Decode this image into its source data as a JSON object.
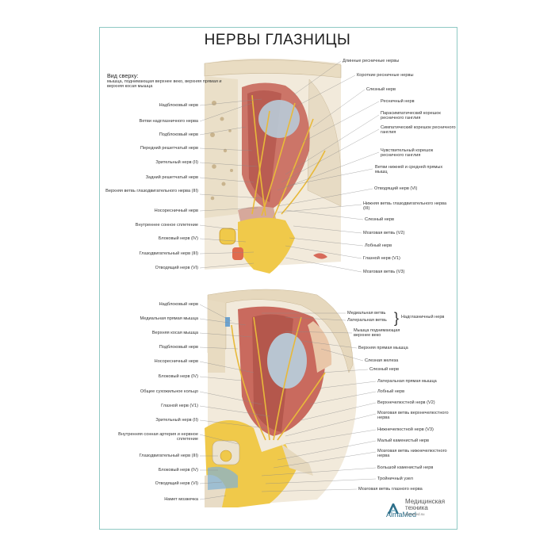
{
  "title": "НЕРВЫ ГЛАЗНИЦЫ",
  "top_view": {
    "heading": "Вид сверху:",
    "subheading": "мышца, поднимающая верхнее веко, верхняя прямая и верхняя косая мышца",
    "left_labels": [
      "Надблоковый нерв",
      "Ветви надглазничного нерва",
      "Подблоковый нерв",
      "Передний решетчатый нерв",
      "Зрительный нерв (II)",
      "Задний решетчатый нерв",
      "Верхняя ветвь глазодвигательного нерва (III)",
      "Носоресничный нерв",
      "Внутреннее сонное сплетение",
      "Блоковый нерв (IV)",
      "Глазодвигательный нерв (III)",
      "Отводящий нерв (VI)"
    ],
    "right_labels": [
      "Длинные ресничные нервы",
      "Короткие ресничные нервы",
      "Слезный нерв",
      "Ресничный нерв",
      "Парасимпатический корешок ресничного ганглия",
      "Симпатический корешок ресничного ганглия",
      "Чувствительный корешок ресничного ганглия",
      "Ветви нижней и средней прямых мышц",
      "Отводящий нерв (VI)",
      "Нижняя ветвь глазодвигательного нерва (III)",
      "Слезный нерв",
      "Мозговая ветвь (V2)",
      "Лобный нерв",
      "Глазной нерв (V1)",
      "Мозговая ветвь (V3)"
    ]
  },
  "bottom_view": {
    "left_labels": [
      "Надблоковый нерв",
      "Медиальная прямая мышца",
      "Верхняя косая мышца",
      "Подблоковый нерв",
      "Носоресничный нерв",
      "Блоковый нерв (IV)",
      "Общее сухожильное кольцо",
      "Глазной нерв (V1)",
      "Зрительный нерв (II)",
      "Внутренняя сонная артерия и нервное сплетение",
      "Глазодвигательный нерв (III)",
      "Блоковый нерв (IV)",
      "Отводящий нерв (VI)",
      "Намет мозжечка"
    ],
    "right_labels": [
      "Медиальная ветвь",
      "Латеральная ветвь",
      "Мышца поднимающая верхнее веко",
      "Верхняя прямая мышца",
      "Слезная железа",
      "Слезный нерв",
      "Латеральная прямая мышца",
      "Лобный нерв",
      "Верхнечелюстной нерв (V2)",
      "Мозговая ветвь верхнечелюстного нерва",
      "Нижнечелюстной нерв (V3)",
      "Малый каменистый нерв",
      "Мозговая ветвь нижнечелюстного нерва",
      "Большой каменистый нерв",
      "Тройничный узел",
      "Мозговая ветвь глазного нерва"
    ],
    "brace_label": "Надглазничный нерв"
  },
  "logo": {
    "name": "AlmaMed",
    "line1": "Медицинская",
    "line2": "техника",
    "url": "almamed.su"
  },
  "colors": {
    "frame": "#8fc9c4",
    "bone": "#ece3cf",
    "muscle": "#c96a5e",
    "nerve": "#f0c94a",
    "eyeball": "#b8cbd8"
  }
}
